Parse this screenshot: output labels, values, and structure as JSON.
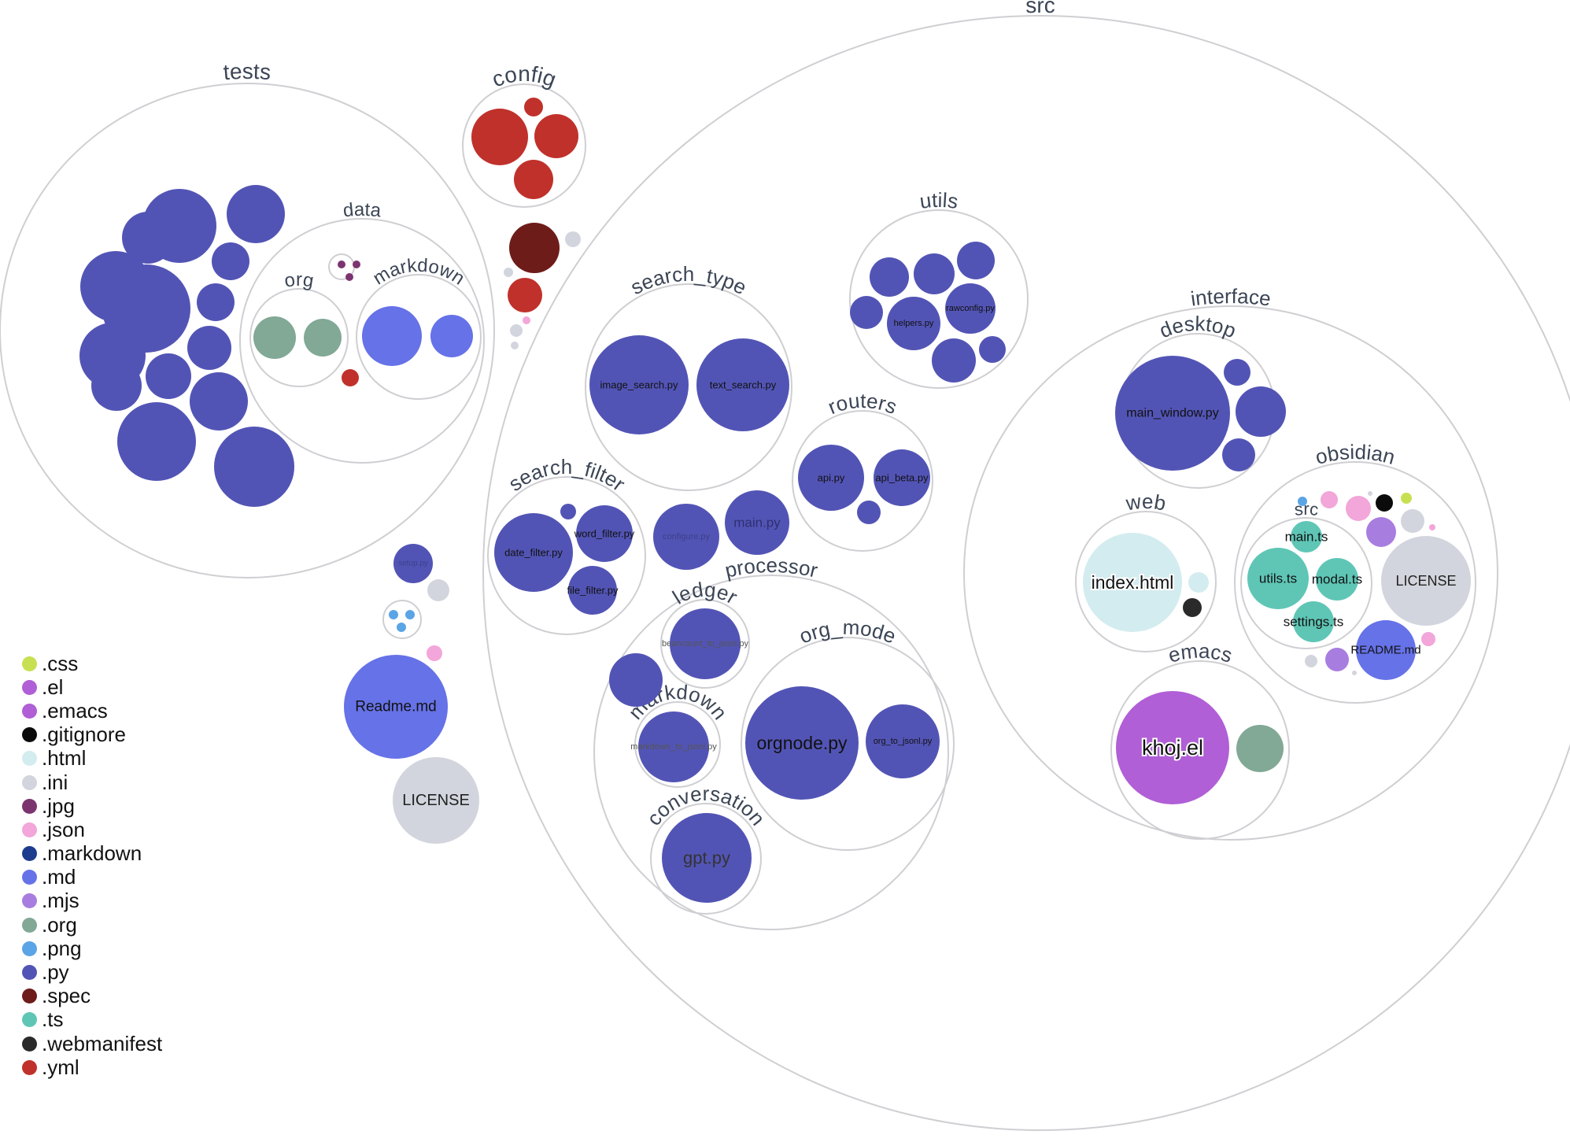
{
  "extension_colors": {
    ".py": "#5254b5",
    ".yml": "#c0312b",
    ".spec": "#6e1c1a",
    ".ini": "#d2d5dd",
    ".json": "#f2a6d9",
    ".md": "#6672e7",
    ".org": "#82a896",
    ".jpg": "#7c3470",
    ".png": "#5ba4e6",
    ".html": "#d3ecef",
    ".webmanifest": "#2a2a2a",
    ".ts": "#5fc6b6",
    ".el": "#b05fd6",
    ".css": "#c7e052",
    ".mjs": "#a87de0",
    ".gitignore": "#0b0b0b",
    ".markdown": "#1e3c8d",
    ".emacs": "#b05fd6",
    "license": "#d2d5dd"
  },
  "diagram": {
    "folders": [
      {
        "id": "folder-src",
        "label": "src"
      },
      {
        "id": "folder-tests",
        "label": "tests"
      },
      {
        "id": "folder-config",
        "label": "config"
      },
      {
        "id": "folder-data",
        "label": "data"
      },
      {
        "id": "folder-data-org",
        "label": "org"
      },
      {
        "id": "folder-data-markdown",
        "label": "markdown"
      },
      {
        "id": "folder-utils",
        "label": "utils"
      },
      {
        "id": "folder-search-type",
        "label": "search_type"
      },
      {
        "id": "folder-routers",
        "label": "routers"
      },
      {
        "id": "folder-search-filter",
        "label": "search_filter"
      },
      {
        "id": "folder-processor",
        "label": "processor"
      },
      {
        "id": "folder-ledger",
        "label": "ledger"
      },
      {
        "id": "folder-org-mode",
        "label": "org_mode"
      },
      {
        "id": "folder-proc-markdown",
        "label": "markdown"
      },
      {
        "id": "folder-conversation",
        "label": "conversation"
      },
      {
        "id": "folder-interface",
        "label": "interface"
      },
      {
        "id": "folder-desktop",
        "label": "desktop"
      },
      {
        "id": "folder-web",
        "label": "web"
      },
      {
        "id": "folder-obsidian",
        "label": "obsidian"
      },
      {
        "id": "folder-obsidian-src",
        "label": "src"
      },
      {
        "id": "folder-emacs",
        "label": "emacs"
      }
    ],
    "file_labels": {
      "image_search": "image_search.py",
      "text_search": "text_search.py",
      "helpers": "helpers.py",
      "rawconfig": "rawconfig.py",
      "api": "api.py",
      "api_beta": "api_beta.py",
      "date_filter": "date_filter.py",
      "word_filter": "word_filter.py",
      "file_filter": "file_filter.py",
      "configure": "configure.py",
      "main_py": "main.py",
      "beancount": "beancount_to_jsonl.py",
      "markdown_to_jsonl": "markdown_to_jsonl.py",
      "orgnode": "orgnode.py",
      "org_to_jsonl": "org_to_jsonl.py",
      "gpt": "gpt.py",
      "main_window": "main_window.py",
      "index_html": "index.html",
      "khoj_el": "khoj.el",
      "main_ts": "main.ts",
      "utils_ts": "utils.ts",
      "modal_ts": "modal.ts",
      "settings_ts": "settings.ts",
      "obsidian_license": "LICENSE",
      "obsidian_readme": "README.md",
      "setup": "setup.py",
      "readme": "Readme.md",
      "license": "LICENSE"
    }
  },
  "legend": [
    {
      "ext": ".css",
      "color": "#c7e052"
    },
    {
      "ext": ".el",
      "color": "#b05fd6"
    },
    {
      "ext": ".emacs",
      "color": "#b05fd6"
    },
    {
      "ext": ".gitignore",
      "color": "#0b0b0b"
    },
    {
      "ext": ".html",
      "color": "#d3ecef"
    },
    {
      "ext": ".ini",
      "color": "#d2d5dd"
    },
    {
      "ext": ".jpg",
      "color": "#7c3470"
    },
    {
      "ext": ".json",
      "color": "#f2a6d9"
    },
    {
      "ext": ".markdown",
      "color": "#1e3c8d"
    },
    {
      "ext": ".md",
      "color": "#6672e7"
    },
    {
      "ext": ".mjs",
      "color": "#a87de0"
    },
    {
      "ext": ".org",
      "color": "#82a896"
    },
    {
      "ext": ".png",
      "color": "#5ba4e6"
    },
    {
      "ext": ".py",
      "color": "#5254b5"
    },
    {
      "ext": ".spec",
      "color": "#6e1c1a"
    },
    {
      "ext": ".ts",
      "color": "#5fc6b6"
    },
    {
      "ext": ".webmanifest",
      "color": "#2a2a2a"
    },
    {
      "ext": ".yml",
      "color": "#c0312b"
    }
  ]
}
